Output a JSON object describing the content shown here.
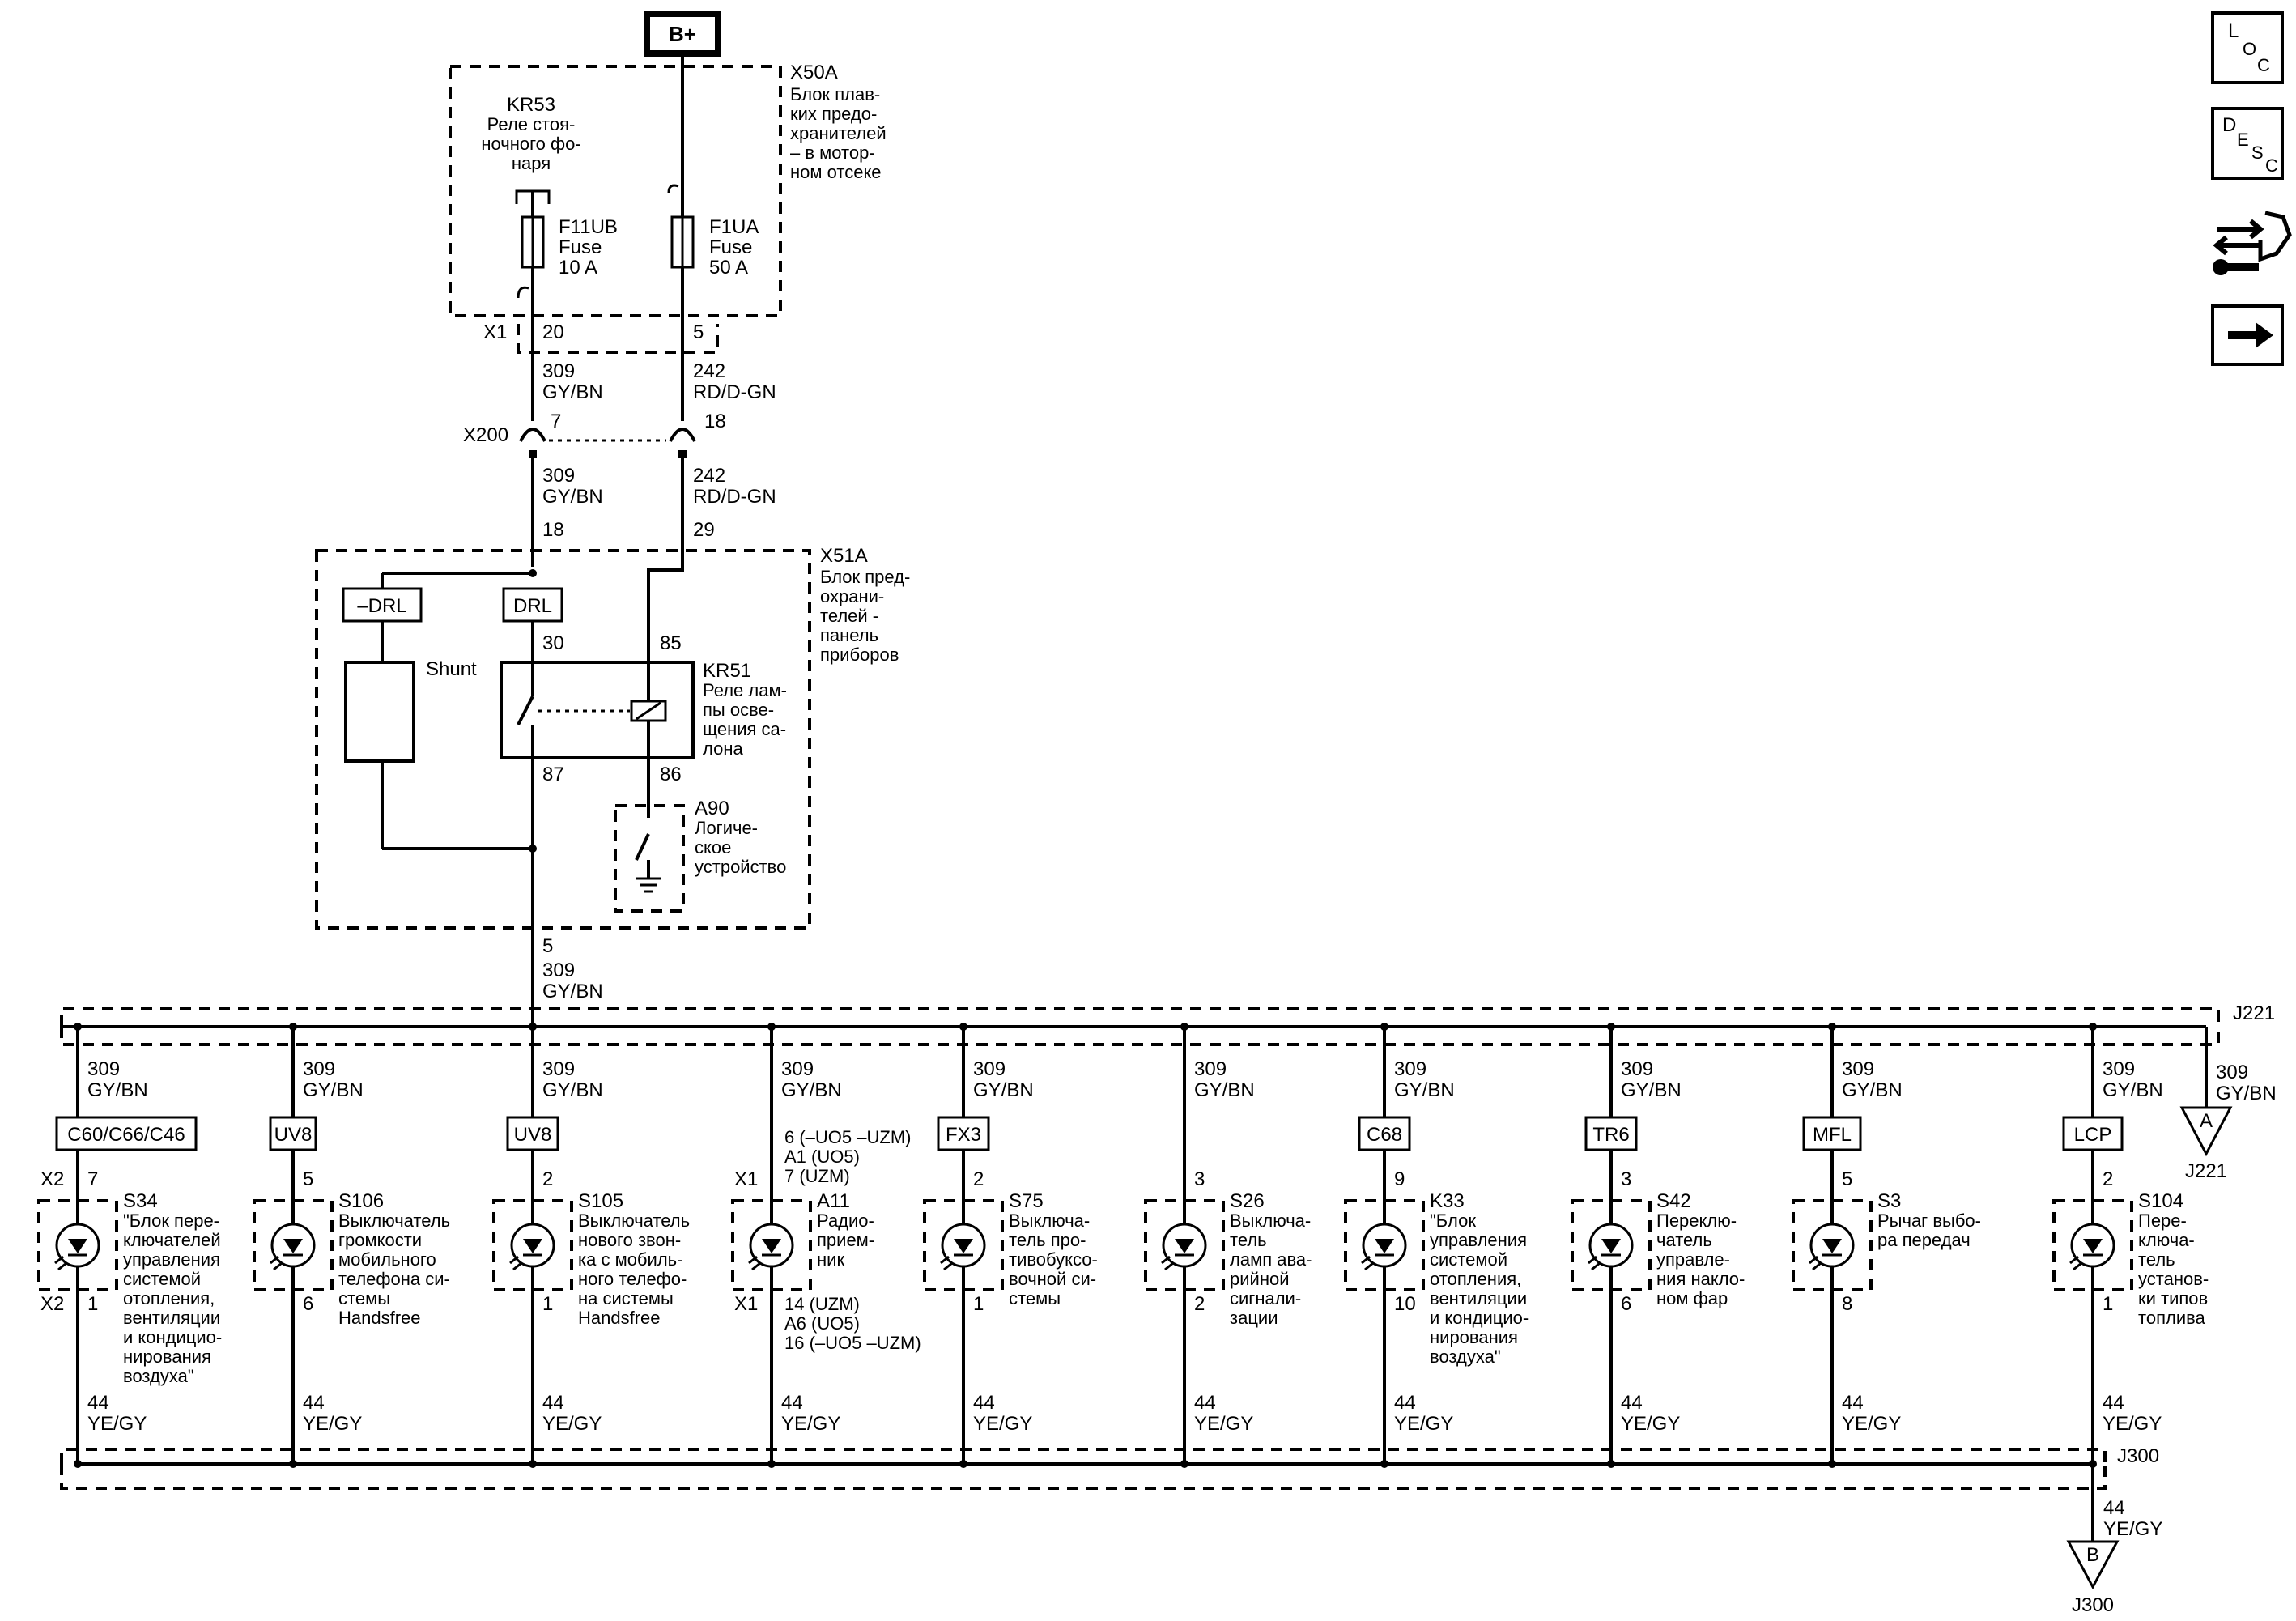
{
  "power": {
    "bplus": "B+"
  },
  "x50a": {
    "ref": "X50A",
    "desc": [
      "Блок плав-",
      "ких предо-",
      "хранителей",
      "– в мотор-",
      "ном отсеке"
    ],
    "kr53": [
      "KR53",
      "Реле стоя-",
      "ночного фо-",
      "наря"
    ],
    "f11ub": [
      "F11UB",
      "Fuse",
      "10 A"
    ],
    "f1ua": [
      "F1UA",
      "Fuse",
      "50 A"
    ],
    "x1": "X1",
    "pin_a": "20",
    "pin_b": "5"
  },
  "wire_a1": {
    "circuit": "309",
    "color": "GY/BN"
  },
  "wire_b1": {
    "circuit": "242",
    "color": "RD/D-GN"
  },
  "x200": {
    "ref": "X200",
    "pin_a": "7",
    "pin_b": "18"
  },
  "wire_a2": {
    "circuit": "309",
    "color": "GY/BN",
    "pin": "18"
  },
  "wire_b2": {
    "circuit": "242",
    "color": "RD/D-GN",
    "pin": "29"
  },
  "x51a": {
    "ref": "X51A",
    "desc": [
      "Блок пред-",
      "охрани-",
      "телей -",
      "панель",
      "приборов"
    ],
    "ndrl": "–DRL",
    "drl": "DRL",
    "shunt": "Shunt",
    "pin30": "30",
    "pin85": "85",
    "pin87": "87",
    "pin86": "86",
    "kr51": [
      "KR51",
      "Реле лам-",
      "пы осве-",
      "щения са-",
      "лона"
    ],
    "a90": [
      "A90",
      "Логиче-",
      "ское",
      "устройство"
    ]
  },
  "out_wire": {
    "pin": "5",
    "circuit": "309",
    "color": "GY/BN"
  },
  "splices": {
    "top": "J221",
    "bottom": "J300"
  },
  "branches": [
    {
      "wire_circuit": "309",
      "wire_color": "GY/BN",
      "conn": "C60/C66/C46",
      "top_conn": "X2",
      "pin_top": "7",
      "pin_bottom": "1",
      "bottom_conn": "X2",
      "desc": [
        "S34",
        "\"Блок пере-",
        "ключателей",
        "управления",
        "системой",
        "отопления,",
        "вентиляции",
        "и кондицио-",
        "нирования",
        "воздуха\""
      ],
      "gnd_circuit": "44",
      "gnd_color": "YE/GY"
    },
    {
      "wire_circuit": "309",
      "wire_color": "GY/BN",
      "conn": "UV8",
      "top_conn": "",
      "pin_top": "5",
      "pin_bottom": "6",
      "bottom_conn": "",
      "desc": [
        "S106",
        "Выключатель",
        "громкости",
        "мобильного",
        "телефона си-",
        "стемы",
        "Handsfree"
      ],
      "gnd_circuit": "44",
      "gnd_color": "YE/GY"
    },
    {
      "wire_circuit": "309",
      "wire_color": "GY/BN",
      "conn": "UV8",
      "top_conn": "",
      "pin_top": "2",
      "pin_bottom": "1",
      "bottom_conn": "",
      "desc": [
        "S105",
        "Выключатель",
        "нового звон-",
        "ка с мобиль-",
        "ного телефо-",
        "на системы",
        "Handsfree"
      ],
      "gnd_circuit": "44",
      "gnd_color": "YE/GY"
    },
    {
      "wire_circuit": "309",
      "wire_color": "GY/BN",
      "conn": "",
      "top_conn": "X1",
      "pin_top": "",
      "pin_bottom": "",
      "bottom_conn": "X1",
      "pins_above": [
        "6 (–UO5 –UZM)",
        "A1 (UO5)",
        "7 (UZM)"
      ],
      "pins_below": [
        "14 (UZM)",
        "A6 (UO5)",
        "16 (–UO5 –UZM)"
      ],
      "desc": [
        "A11",
        "Радио-",
        "прием-",
        "ник"
      ],
      "gnd_circuit": "44",
      "gnd_color": "YE/GY"
    },
    {
      "wire_circuit": "309",
      "wire_color": "GY/BN",
      "conn": "FX3",
      "top_conn": "",
      "pin_top": "2",
      "pin_bottom": "1",
      "bottom_conn": "",
      "desc": [
        "S75",
        "Выключа-",
        "тель про-",
        "тивобуксо-",
        "вочной си-",
        "стемы"
      ],
      "gnd_circuit": "44",
      "gnd_color": "YE/GY"
    },
    {
      "wire_circuit": "309",
      "wire_color": "GY/BN",
      "conn": "",
      "top_conn": "",
      "pin_top": "3",
      "pin_bottom": "2",
      "bottom_conn": "",
      "desc": [
        "S26",
        "Выключа-",
        "тель",
        "ламп ава-",
        "рийной",
        "сигнали-",
        "зации"
      ],
      "gnd_circuit": "44",
      "gnd_color": "YE/GY"
    },
    {
      "wire_circuit": "309",
      "wire_color": "GY/BN",
      "conn": "C68",
      "top_conn": "",
      "pin_top": "9",
      "pin_bottom": "10",
      "bottom_conn": "",
      "desc": [
        "K33",
        "\"Блок",
        "управления",
        "системой",
        "отопления,",
        "вентиляции",
        "и кондицио-",
        "нирования",
        "воздуха\""
      ],
      "gnd_circuit": "44",
      "gnd_color": "YE/GY"
    },
    {
      "wire_circuit": "309",
      "wire_color": "GY/BN",
      "conn": "TR6",
      "top_conn": "",
      "pin_top": "3",
      "pin_bottom": "6",
      "bottom_conn": "",
      "desc": [
        "S42",
        "Переклю-",
        "чатель",
        "управле-",
        "ния накло-",
        "ном фар"
      ],
      "gnd_circuit": "44",
      "gnd_color": "YE/GY"
    },
    {
      "wire_circuit": "309",
      "wire_color": "GY/BN",
      "conn": "MFL",
      "top_conn": "",
      "pin_top": "5",
      "pin_bottom": "8",
      "bottom_conn": "",
      "desc": [
        "S3",
        "Рычаг выбо-",
        "ра передач"
      ],
      "gnd_circuit": "44",
      "gnd_color": "YE/GY"
    },
    {
      "wire_circuit": "309",
      "wire_color": "GY/BN",
      "conn": "LCP",
      "top_conn": "",
      "pin_top": "2",
      "pin_bottom": "1",
      "bottom_conn": "",
      "desc": [
        "S104",
        "Пере-",
        "ключа-",
        "тель",
        "установ-",
        "ки типов",
        "топлива"
      ],
      "gnd_circuit": "44",
      "gnd_color": "YE/GY"
    }
  ],
  "offpage_a": {
    "letter": "A",
    "ref": "J221",
    "circuit": "309",
    "color": "GY/BN"
  },
  "offpage_b": {
    "letter": "B",
    "ref": "J300",
    "circuit": "44",
    "color": "YE/GY"
  },
  "nav": {
    "loc": [
      "L",
      "O",
      "C"
    ],
    "desc": [
      "D",
      "E",
      "S",
      "C"
    ]
  }
}
